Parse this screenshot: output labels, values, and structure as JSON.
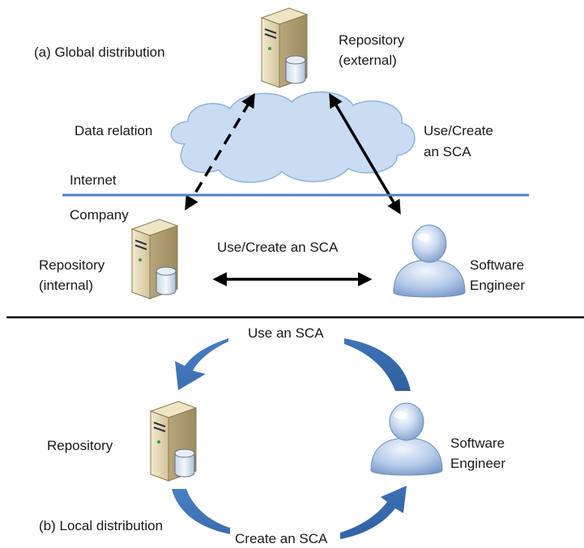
{
  "panel_a": {
    "title": "(a) Global distribution",
    "repo_external": {
      "line1": "Repository",
      "line2": "(external)"
    },
    "data_relation": "Data relation",
    "use_create_external": {
      "line1": "Use/Create",
      "line2": "an SCA"
    },
    "internet": "Internet",
    "company": "Company",
    "repo_internal": {
      "line1": "Repository",
      "line2": "(internal)"
    },
    "use_create_internal": "Use/Create an SCA",
    "engineer": {
      "line1": "Software",
      "line2": "Engineer"
    }
  },
  "panel_b": {
    "title": "(b) Local distribution",
    "repository": "Repository",
    "use_sca": "Use an SCA",
    "create_sca": "Create an SCA",
    "engineer": {
      "line1": "Software",
      "line2": "Engineer"
    }
  },
  "colors": {
    "cloud_fill": "#c9dcf2",
    "cloud_stroke": "#8fb3dc",
    "internet_line": "#4f81bd",
    "cycle_arrow": "#3a6fb5",
    "server_body": "#ddd0a8",
    "person_head": "#a9c3e6"
  }
}
